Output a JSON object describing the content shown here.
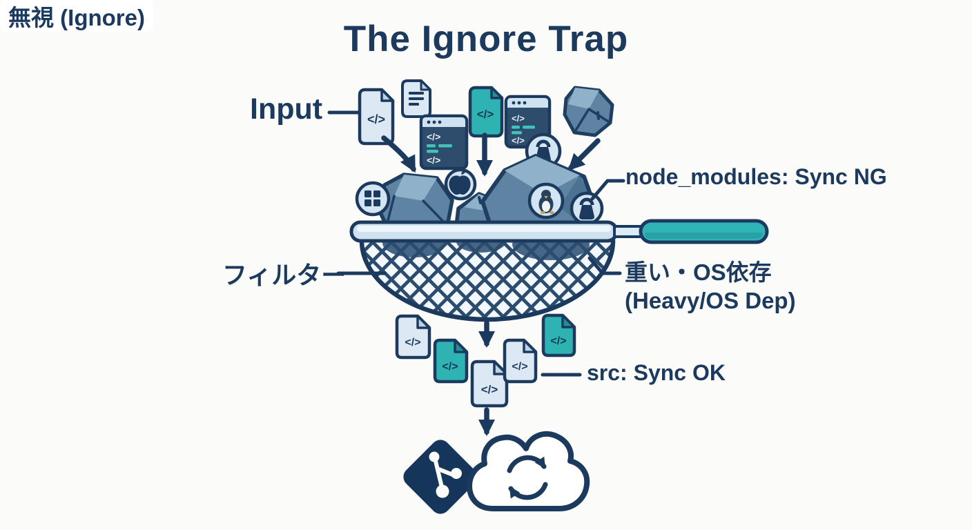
{
  "title": "The Ignore Trap",
  "labels": {
    "input": "Input",
    "filter_jp": "フィルター",
    "ignore": "無視 (Ignore)",
    "node_modules": "node_modules: Sync NG",
    "heavy_line1": "重い・OS依存",
    "heavy_line2": "(Heavy/OS Dep)",
    "src": "src: Sync OK"
  },
  "glyphs": {
    "code": "</>"
  },
  "icons": {
    "top_row": [
      "code-file-icon",
      "document-icon",
      "code-editor-window-icon",
      "code-file-teal-icon",
      "code-editor-window-weight-icon",
      "rock-icon"
    ],
    "os_badges": [
      "windows-logo-icon",
      "apple-logo-icon",
      "linux-tux-icon",
      "weight-icon"
    ],
    "filter": "sieve-strainer-icon",
    "outputs": [
      "code-file-icon",
      "code-file-teal-icon"
    ],
    "bottom": [
      "git-icon",
      "cloud-sync-icon"
    ]
  },
  "colors": {
    "background": "#fbfbf9",
    "navy_text": "#1c3a5e",
    "outline": "#1f3e60",
    "file_light": "#dce9f4",
    "file_teal": "#2eb3b2",
    "editor_bg": "#2e4d6c",
    "editor_code_teal": "#41c2bb",
    "rock_base": "#5f83a3",
    "rock_light": "#8fb1ca",
    "rock_dark": "#4c7191",
    "sieve_rim": "#cfe2ef",
    "handle_teal": "#2fb5b4",
    "mesh_line": "#2c4c6e"
  }
}
